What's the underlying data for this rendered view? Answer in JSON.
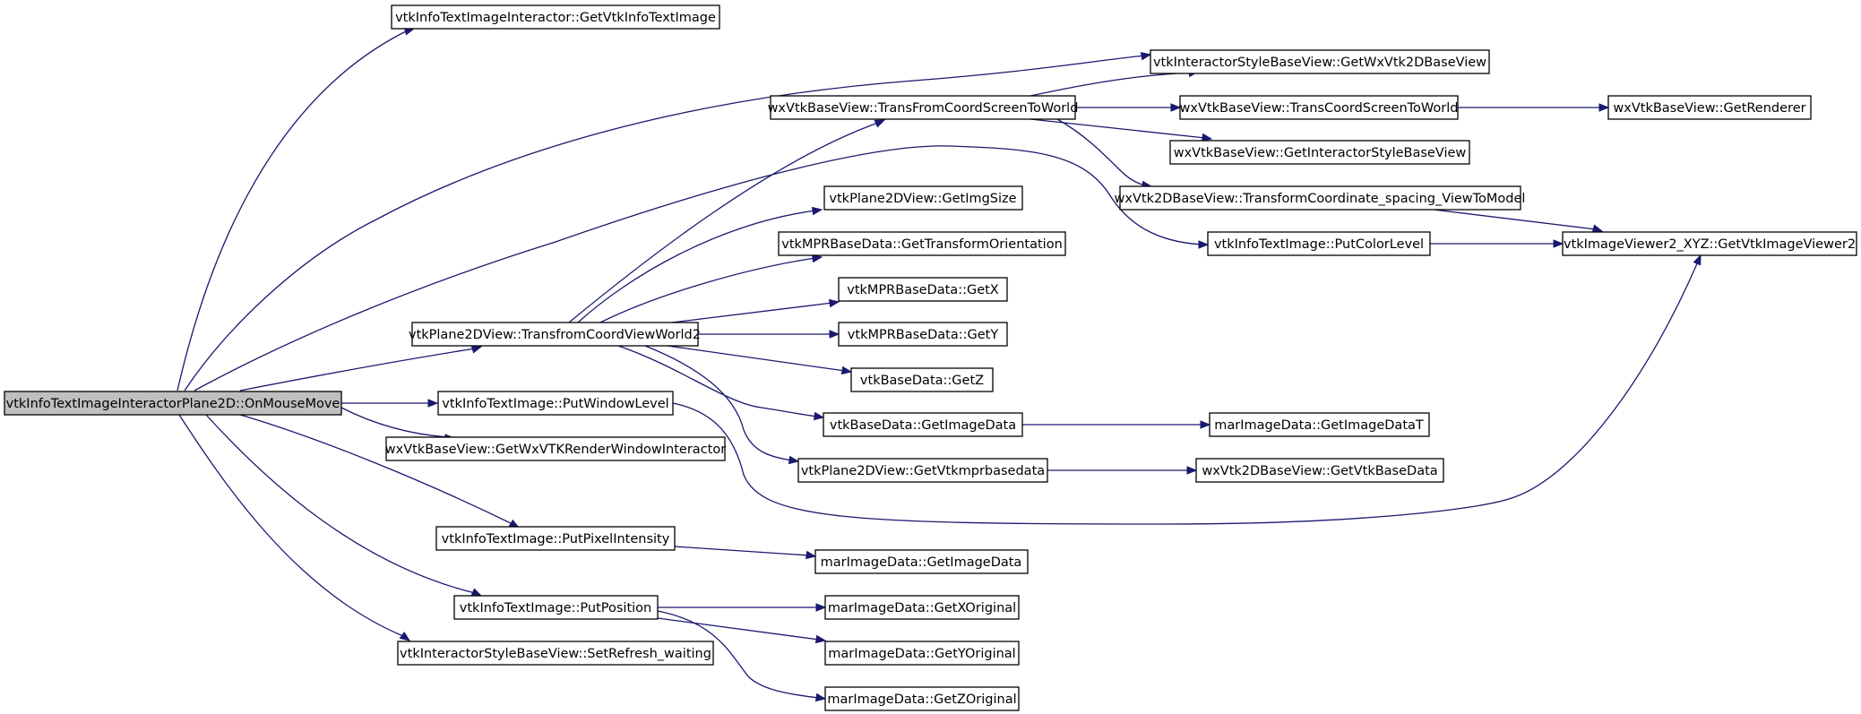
{
  "graph": {
    "edge_color": "#191970",
    "root_fill": "#bfbfbf",
    "nodes": {
      "root": "vtkInfoTextImageInteractorPlane2D::OnMouseMove",
      "getVtkInfoTextImage": "vtkInfoTextImageInteractor::GetVtkInfoTextImage",
      "getWxVtk2DBaseView": "vtkInteractorStyleBaseView::GetWxVtk2DBaseView",
      "transFromCoordScreenToWorld": "wxVtkBaseView::TransFromCoordScreenToWorld",
      "transCoordScreenToWorld": "wxVtkBaseView::TransCoordScreenToWorld",
      "getRenderer": "wxVtkBaseView::GetRenderer",
      "getInteractorStyleBaseView": "wxVtkBaseView::GetInteractorStyleBaseView",
      "transformCoordinateSpacing": "wxVtk2DBaseView::TransformCoordinate_spacing_ViewToModel",
      "getImgSize": "vtkPlane2DView::GetImgSize",
      "putColorLevel": "vtkInfoTextImage::PutColorLevel",
      "getVtkImageViewer2": "vtkImageViewer2_XYZ::GetVtkImageViewer2",
      "getTransformOrientation": "vtkMPRBaseData::GetTransformOrientation",
      "getX": "vtkMPRBaseData::GetX",
      "transfromCoordViewWorld2": "vtkPlane2DView::TransfromCoordViewWorld2",
      "getY": "vtkMPRBaseData::GetY",
      "getZ": "vtkBaseData::GetZ",
      "putWindowLevel": "vtkInfoTextImage::PutWindowLevel",
      "getImageDataBase": "vtkBaseData::GetImageData",
      "getImageDataT": "marImageData::GetImageDataT",
      "getWxVTKRenderWindowInteractor": "wxVtkBaseView::GetWxVTKRenderWindowInteractor",
      "getVtkmprbasedata": "vtkPlane2DView::GetVtkmprbasedata",
      "getVtkBaseData": "wxVtk2DBaseView::GetVtkBaseData",
      "putPixelIntensity": "vtkInfoTextImage::PutPixelIntensity",
      "getImageDataMar": "marImageData::GetImageData",
      "putPosition": "vtkInfoTextImage::PutPosition",
      "getXOriginal": "marImageData::GetXOriginal",
      "getYOriginal": "marImageData::GetYOriginal",
      "setRefreshWaiting": "vtkInteractorStyleBaseView::SetRefresh_waiting",
      "getZOriginal": "marImageData::GetZOriginal"
    }
  }
}
